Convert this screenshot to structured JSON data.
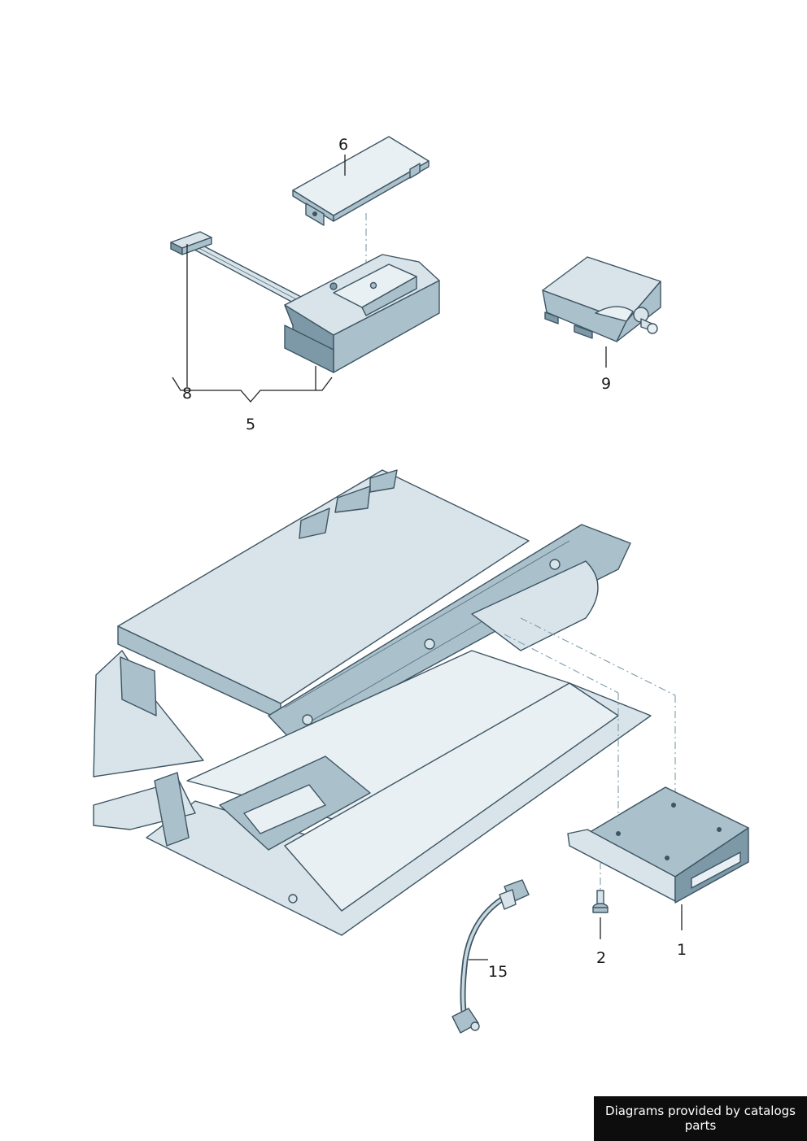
{
  "diagram": {
    "callouts": {
      "part_1": "1",
      "part_2": "2",
      "part_5": "5",
      "part_6": "6",
      "part_8": "8",
      "part_9": "9",
      "part_15": "15"
    }
  },
  "footer": {
    "credit": "Diagrams provided by catalogs parts"
  },
  "colors": {
    "part_fill_light": "#d9e4ea",
    "part_fill_mid": "#aac0cb",
    "part_fill_dark": "#7d98a6",
    "outline": "#3d5563",
    "credit_background": "#0d0d0d"
  }
}
